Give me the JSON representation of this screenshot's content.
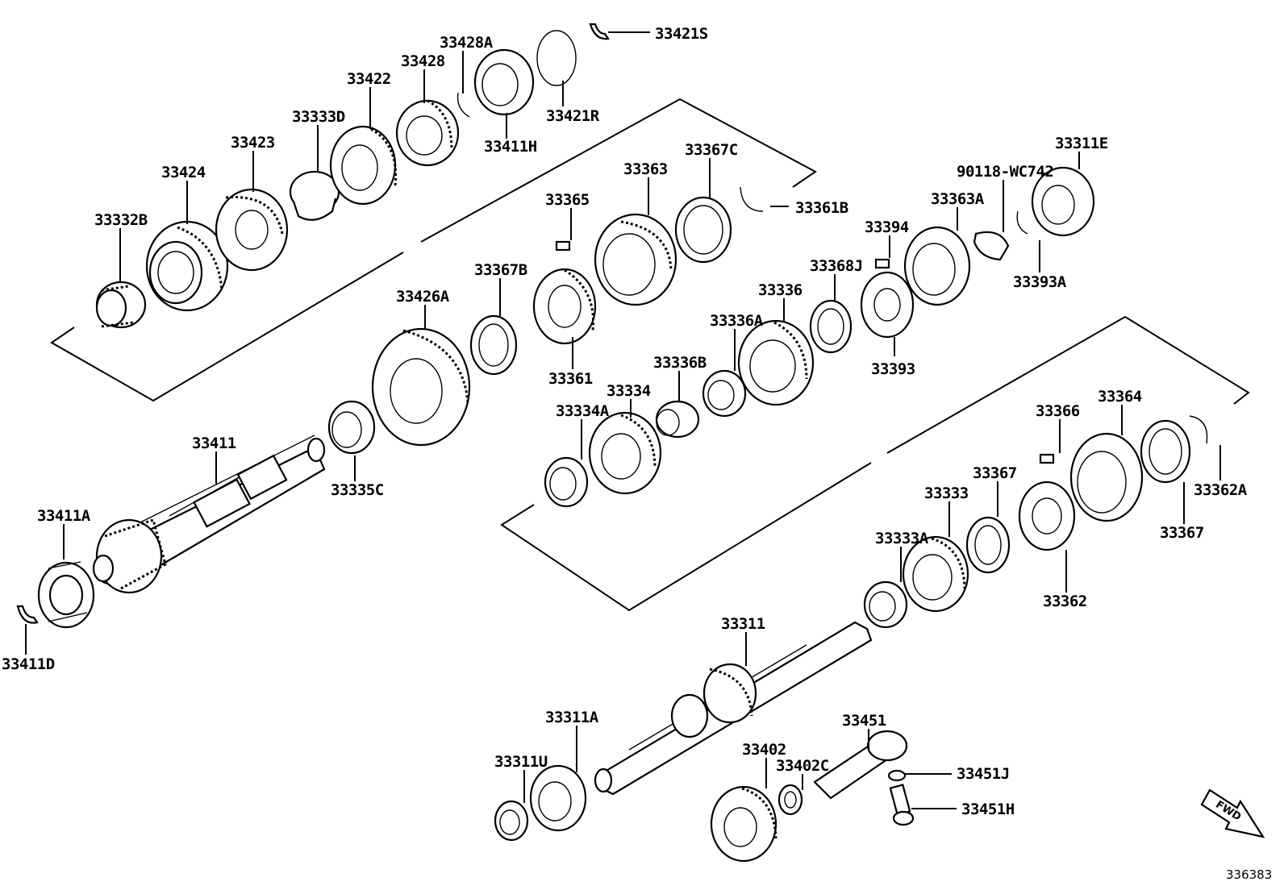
{
  "diagram": {
    "parts": [
      {
        "key": "p33421S",
        "num": "33421S"
      },
      {
        "key": "p33428A",
        "num": "33428A"
      },
      {
        "key": "p33428",
        "num": "33428"
      },
      {
        "key": "p33422",
        "num": "33422"
      },
      {
        "key": "p33333D",
        "num": "33333D"
      },
      {
        "key": "p33421R",
        "num": "33421R"
      },
      {
        "key": "p33411H",
        "num": "33411H"
      },
      {
        "key": "p33423",
        "num": "33423"
      },
      {
        "key": "p33367C",
        "num": "33367C"
      },
      {
        "key": "p33363",
        "num": "33363"
      },
      {
        "key": "p33311E",
        "num": "33311E"
      },
      {
        "key": "p33424",
        "num": "33424"
      },
      {
        "key": "p90118",
        "num": "90118-WC742"
      },
      {
        "key": "p33365",
        "num": "33365"
      },
      {
        "key": "p33361B",
        "num": "33361B"
      },
      {
        "key": "p33363A",
        "num": "33363A"
      },
      {
        "key": "p33332B",
        "num": "33332B"
      },
      {
        "key": "p33394",
        "num": "33394"
      },
      {
        "key": "p33367B",
        "num": "33367B"
      },
      {
        "key": "p33368J",
        "num": "33368J"
      },
      {
        "key": "p33393A",
        "num": "33393A"
      },
      {
        "key": "p33336",
        "num": "33336"
      },
      {
        "key": "p33426A",
        "num": "33426A"
      },
      {
        "key": "p33336A",
        "num": "33336A"
      },
      {
        "key": "p33336B",
        "num": "33336B"
      },
      {
        "key": "p33393",
        "num": "33393"
      },
      {
        "key": "p33361",
        "num": "33361"
      },
      {
        "key": "p33334",
        "num": "33334"
      },
      {
        "key": "p33364",
        "num": "33364"
      },
      {
        "key": "p33334A",
        "num": "33334A"
      },
      {
        "key": "p33366",
        "num": "33366"
      },
      {
        "key": "p33411",
        "num": "33411"
      },
      {
        "key": "p33367a",
        "num": "33367"
      },
      {
        "key": "p33335C",
        "num": "33335C"
      },
      {
        "key": "p33333",
        "num": "33333"
      },
      {
        "key": "p33362A",
        "num": "33362A"
      },
      {
        "key": "p33411A",
        "num": "33411A"
      },
      {
        "key": "p33367b",
        "num": "33367"
      },
      {
        "key": "p33333A",
        "num": "33333A"
      },
      {
        "key": "p33362",
        "num": "33362"
      },
      {
        "key": "p33311",
        "num": "33311"
      },
      {
        "key": "p33411D",
        "num": "33411D"
      },
      {
        "key": "p33451",
        "num": "33451"
      },
      {
        "key": "p33311A",
        "num": "33311A"
      },
      {
        "key": "p33402",
        "num": "33402"
      },
      {
        "key": "p33402C",
        "num": "33402C"
      },
      {
        "key": "p33311U",
        "num": "33311U"
      },
      {
        "key": "p33451J",
        "num": "33451J"
      },
      {
        "key": "p33451H",
        "num": "33451H"
      }
    ],
    "direction_label": "FWD",
    "figure_ref": "336383"
  }
}
